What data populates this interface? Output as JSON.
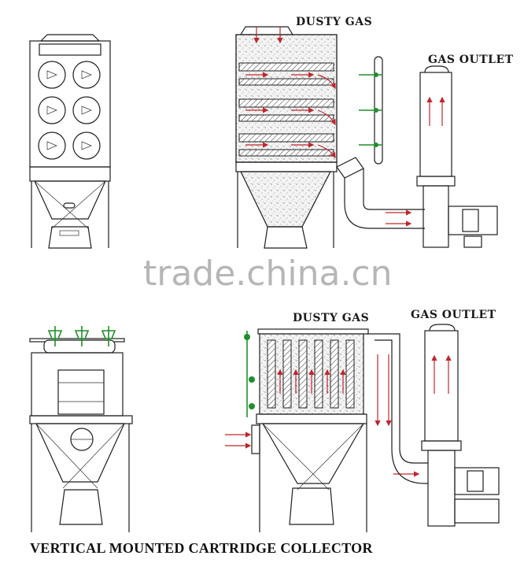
{
  "labels": {
    "dusty_gas_top": "DUSTY GAS",
    "gas_outlet_top": "GAS OUTLET",
    "dusty_gas_bottom": "DUSTY GAS",
    "gas_outlet_bottom": "GAS OUTLET",
    "caption": "VERTICAL MOUNTED CARTRIDGE COLLECTOR",
    "watermark": "trade.china.cn"
  },
  "colors": {
    "line": "#1e1e1e",
    "airflow_arrow": "#c0262b",
    "pulse_valve": "#1f8f2a",
    "watermark": "#7a7a7a"
  }
}
